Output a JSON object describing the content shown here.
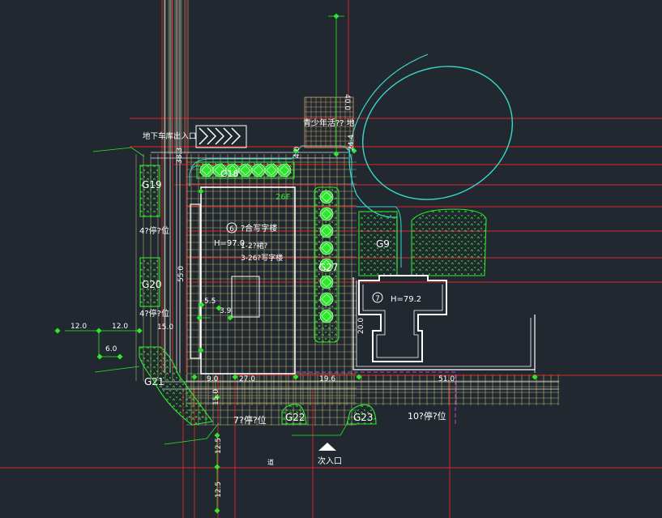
{
  "drawing": {
    "background_color": "#212830",
    "colors": {
      "red": "#e0262b",
      "yellow": "#c9c47a",
      "white": "#ffffff",
      "green": "#2ee62e",
      "cyan": "#3ad6c8",
      "magenta": "#cc44cc"
    },
    "labels": {
      "underground_entrance": "地下车库出入口",
      "youth_center": "青少年活?? 地",
      "office_building": "?合写字楼",
      "office_height": "H=97.0",
      "office_floors_1": "1-2?裙?",
      "office_floors_2": "3-26?写字楼",
      "floors_26f": "26F",
      "building_7_height": "H=79.2",
      "parking_7": "7?停?位",
      "parking_10": "10?停?位",
      "parking_4a": "4?停?位",
      "parking_4b": "4?停?位",
      "secondary_entrance": "次入口",
      "road": "道",
      "circle_6": "6",
      "circle_7": "7"
    },
    "zones": {
      "g9_left": "G19",
      "g20": "G20",
      "g21": "G21",
      "g22": "G22",
      "g23": "G23",
      "g27": "G27",
      "g9_right": "G9",
      "g_top": "G18"
    },
    "dimensions": {
      "d_12_0_a": "12.0",
      "d_12_0_b": "12.0",
      "d_15_0_a": "15.0",
      "d_6_0": "6.0",
      "d_5_5": "5.5",
      "d_3_9": "3.9",
      "d_55_0": "55.0",
      "d_9_0": "9.0",
      "d_27_0": "27.0",
      "d_19_6": "19.6",
      "d_51_0": "51.0",
      "d_15_0_b": "15.0",
      "d_12_5_a": "12.5",
      "d_12_5_b": "12.5",
      "d_38_3": "38.3",
      "d_4_0": "4.0",
      "d_24_4": "24.4",
      "d_40_0": "40.0",
      "d_20_0": "20.0"
    }
  }
}
